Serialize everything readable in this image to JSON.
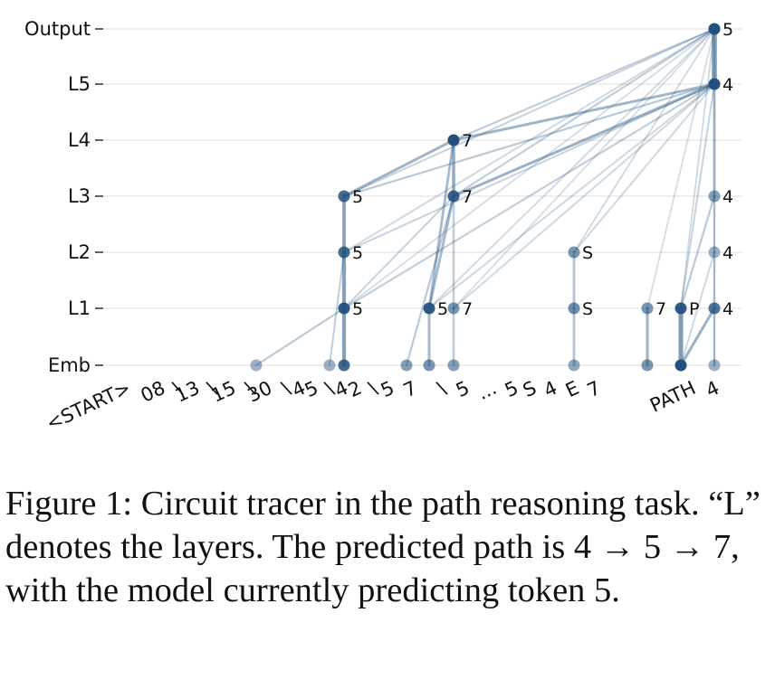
{
  "figure": {
    "layers": [
      "Output",
      "L5",
      "L4",
      "L3",
      "L2",
      "L1",
      "Emb"
    ],
    "tokens": [
      {
        "id": "start",
        "text": "<START>"
      },
      {
        "id": "t08",
        "text": "08"
      },
      {
        "id": "s1",
        "text": "\\"
      },
      {
        "id": "t13",
        "text": "13"
      },
      {
        "id": "s2",
        "text": "\\"
      },
      {
        "id": "t15",
        "text": "15"
      },
      {
        "id": "s3",
        "text": "\\"
      },
      {
        "id": "t30",
        "text": "30"
      },
      {
        "id": "s4",
        "text": "\\"
      },
      {
        "id": "t4a",
        "text": "4"
      },
      {
        "id": "t5a",
        "text": "5"
      },
      {
        "id": "s5",
        "text": "\\"
      },
      {
        "id": "t4b",
        "text": "4"
      },
      {
        "id": "t2",
        "text": "2"
      },
      {
        "id": "s6",
        "text": "\\"
      },
      {
        "id": "t5b",
        "text": "5"
      },
      {
        "id": "t7a",
        "text": "7"
      },
      {
        "id": "s7",
        "text": "\\"
      },
      {
        "id": "t5c",
        "text": "5"
      },
      {
        "id": "dots",
        "text": "..."
      },
      {
        "id": "t5d",
        "text": "5"
      },
      {
        "id": "tS",
        "text": "S"
      },
      {
        "id": "t4c",
        "text": "4"
      },
      {
        "id": "tE",
        "text": "E"
      },
      {
        "id": "t7b",
        "text": "7"
      },
      {
        "id": "tPATH",
        "text": "PATH"
      },
      {
        "id": "t4d",
        "text": "4"
      }
    ],
    "nodes": [
      {
        "id": "emb_15",
        "layer": "Emb",
        "token": "15",
        "label": ""
      },
      {
        "id": "emb_4a",
        "layer": "Emb",
        "token": "4a",
        "label": ""
      },
      {
        "id": "emb_5a",
        "layer": "Emb",
        "token": "5a",
        "label": ""
      },
      {
        "id": "emb_2",
        "layer": "Emb",
        "token": "2",
        "label": ""
      },
      {
        "id": "emb_5b",
        "layer": "Emb",
        "token": "5b",
        "label": ""
      },
      {
        "id": "emb_7a",
        "layer": "Emb",
        "token": "7a",
        "label": ""
      },
      {
        "id": "emb_S",
        "layer": "Emb",
        "token": "S",
        "label": ""
      },
      {
        "id": "emb_7b",
        "layer": "Emb",
        "token": "7b",
        "label": ""
      },
      {
        "id": "emb_P",
        "layer": "Emb",
        "token": "P",
        "label": ""
      },
      {
        "id": "emb_4d",
        "layer": "Emb",
        "token": "4d",
        "label": ""
      },
      {
        "id": "l1_5a",
        "layer": "L1",
        "token": "5a",
        "label": "5"
      },
      {
        "id": "l1_5b",
        "layer": "L1",
        "token": "5b",
        "label": "5"
      },
      {
        "id": "l1_7a",
        "layer": "L1",
        "token": "7a",
        "label": "7"
      },
      {
        "id": "l1_S",
        "layer": "L1",
        "token": "S",
        "label": "S"
      },
      {
        "id": "l1_7b",
        "layer": "L1",
        "token": "7b",
        "label": "7"
      },
      {
        "id": "l1_P",
        "layer": "L1",
        "token": "P",
        "label": "P"
      },
      {
        "id": "l1_4d",
        "layer": "L1",
        "token": "4d",
        "label": "4"
      },
      {
        "id": "l2_5a",
        "layer": "L2",
        "token": "5a",
        "label": "5"
      },
      {
        "id": "l2_S",
        "layer": "L2",
        "token": "S",
        "label": "S"
      },
      {
        "id": "l2_4d",
        "layer": "L2",
        "token": "4d",
        "label": "4"
      },
      {
        "id": "l3_5a",
        "layer": "L3",
        "token": "5a",
        "label": "5"
      },
      {
        "id": "l3_7a",
        "layer": "L3",
        "token": "7a",
        "label": "7"
      },
      {
        "id": "l3_4d",
        "layer": "L3",
        "token": "4d",
        "label": "4"
      },
      {
        "id": "l4_7a",
        "layer": "L4",
        "token": "7a",
        "label": "7"
      },
      {
        "id": "l5_4d",
        "layer": "L5",
        "token": "4d",
        "label": "4"
      },
      {
        "id": "out_4d",
        "layer": "Output",
        "token": "4d",
        "label": "5"
      }
    ],
    "colors": {
      "node": "#23507e",
      "edge": "#2d5a86",
      "grid": "#e3e3e3",
      "text": "#111111"
    }
  },
  "caption": "Figure 1: Circuit tracer in the path reasoning task. “L” denotes the layers. The predicted path is 4 → 5 → 7, with the model currently predicting token 5."
}
